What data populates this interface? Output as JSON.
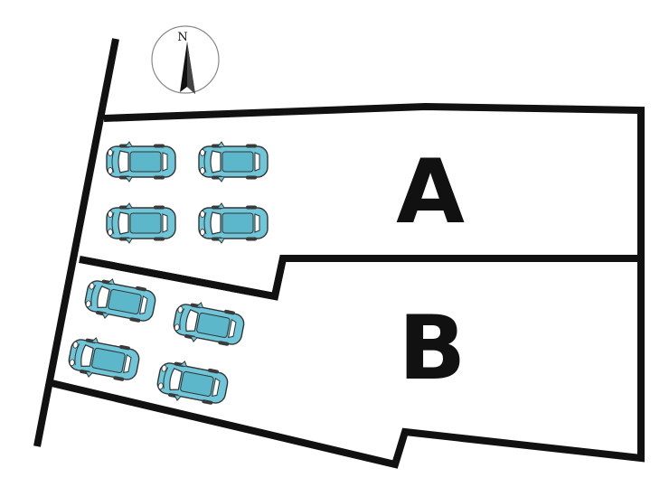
{
  "compass": {
    "letter": "N"
  },
  "lots": [
    {
      "id": "A",
      "label": "A"
    },
    {
      "id": "B",
      "label": "B"
    }
  ],
  "cars": {
    "count_lot_a": 4,
    "count_lot_b": 4
  },
  "colors": {
    "line": "#111111",
    "background": "#ffffff",
    "car_body": "#6fc6d8",
    "car_outline": "#333333",
    "car_glass": "#ffffff"
  }
}
